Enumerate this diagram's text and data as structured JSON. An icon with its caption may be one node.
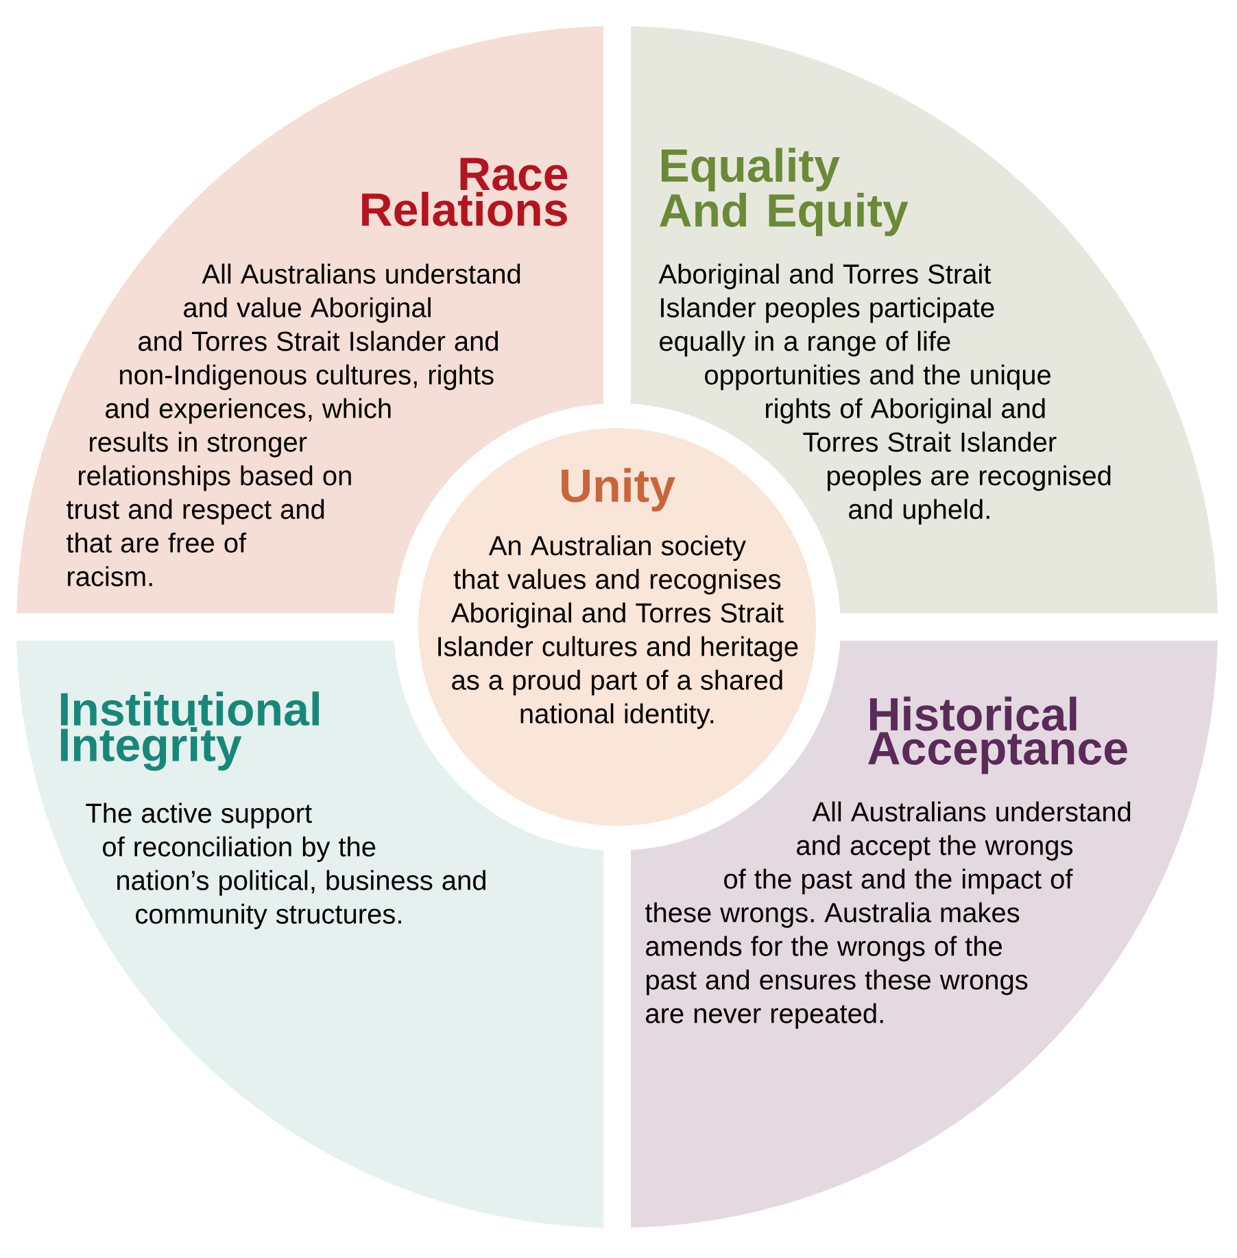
{
  "diagram": {
    "nodes": [
      {
        "text": [
          "Race Relations",
          "All Australians understand and value Aboriginal and Torres Strait Islander and non-Indigenous cultures, rights and experiences, which results in stronger relationships based on trust and respect and that are free of racism."
        ]
      },
      {
        "text": [
          "Equality And Equity",
          "Aboriginal and Torres Strait Islander peoples participate equally in a range of life opportunities and the unique rights of Aboriginal and Torres Strait Islander peoples are recognised and upheld."
        ]
      },
      {
        "text": [
          "Institutional Integrity",
          "The active support of reconciliation by the nation’s political, business and community structures."
        ]
      },
      {
        "text": [
          "Historical Acceptance",
          "All Australians understand and accept the wrongs of the past and the impact of these wrongs. Australia makes amends for the wrongs of the past and ensures these wrongs are never repeated."
        ]
      },
      {
        "text": [
          "Unity",
          "An Australian society that values and recognises Aboriginal and Torres Strait Islander cultures and heritage as a proud part of a shared national identity."
        ]
      }
    ]
  }
}
